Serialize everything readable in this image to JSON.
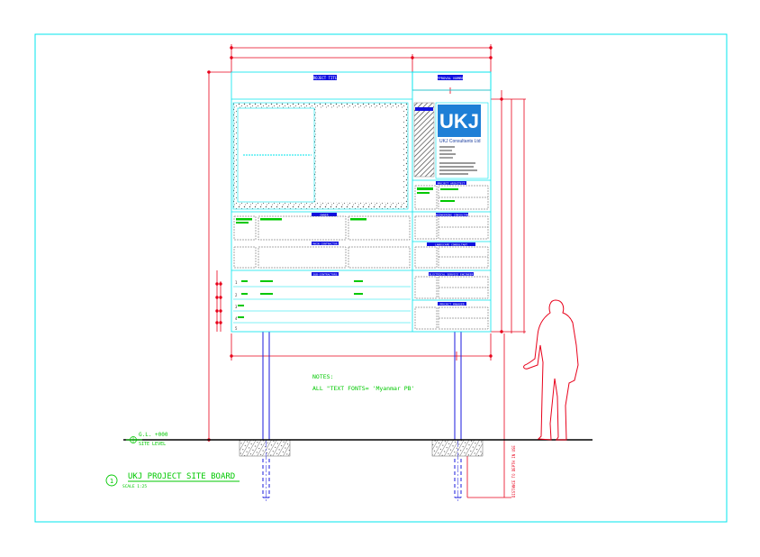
{
  "board": {
    "header_left": "PROJECT TITLE",
    "header_right": "APPROVAL NUMBER",
    "logo_text": "UKJ",
    "company_name": "UKJ Consultants Ltd",
    "panel_headings": {
      "right_1": "PROJECT ARCHITECT",
      "right_2": "ENGINEERING CONSULTANT",
      "right_3": "LANDSCAPE CONSULTANT",
      "right_4": "ELECTRICAL SERVICE ENGINEER",
      "right_5": "PROJECT MANAGER",
      "middle": "OWNER",
      "lower": "MAIN CONTRACTOR",
      "bottom": "SUB-CONTRACTORS"
    },
    "row_numbers": [
      "1",
      "2",
      "3",
      "4",
      "5"
    ]
  },
  "ground": {
    "level_label": "G.L. +000",
    "level_sub": "SITE LEVEL"
  },
  "notes": {
    "heading": "NOTES:",
    "line": "ALL \"TEXT FONTS= 'Myanmar  PB'"
  },
  "side_label": "DISTANCE TO DEPTH IN USE",
  "title_block": {
    "number": "1",
    "title": "UKJ  PROJECT  SITE  BOARD",
    "scale": "SCALE 1:25"
  },
  "colors": {
    "frame": "#00e5ee",
    "dimension": "#e8001a",
    "post": "#1a1adc",
    "heading_fill": "#1010e0",
    "text_green": "#00c800",
    "logo_fill": "#1e7fd6"
  }
}
